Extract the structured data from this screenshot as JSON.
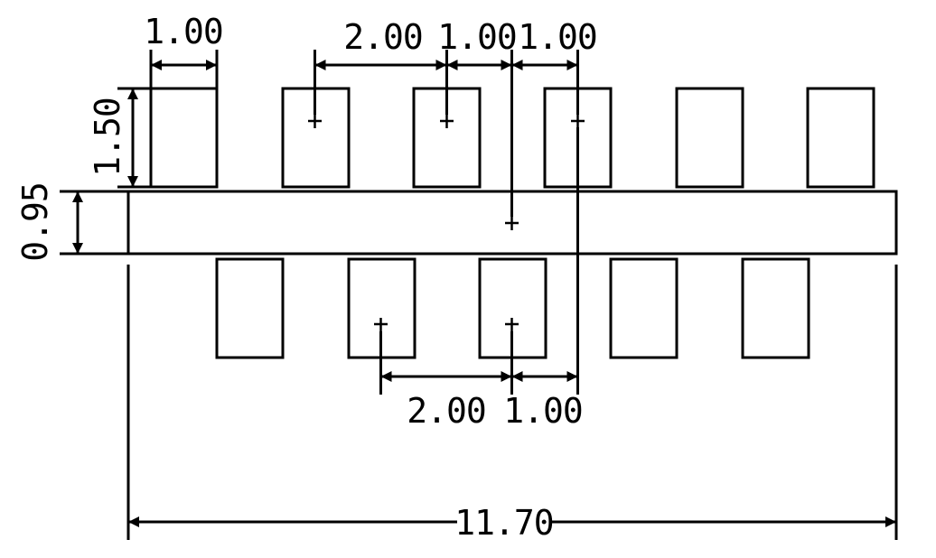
{
  "drawing": {
    "dimensions": {
      "pad_width_top": "1.00",
      "pitch_top": "2.00",
      "half_pitch_left": "1.00",
      "half_pitch_right": "1.00",
      "pad_length": "1.50",
      "gap": "0.95",
      "pitch_bottom": "2.00",
      "offset_bottom": "1.00",
      "overall_width": "11.70"
    },
    "top_pad_count": 6,
    "bottom_pad_count": 5
  }
}
